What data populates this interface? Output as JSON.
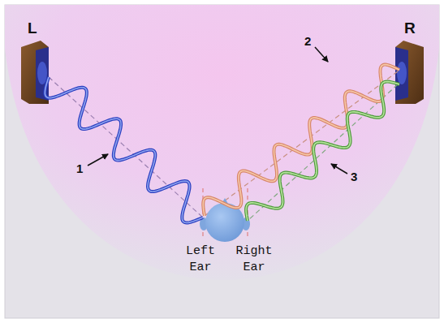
{
  "diagram": {
    "labels": [
      "L",
      "R",
      "1",
      "2",
      "3",
      "Left Ear",
      "Right Ear"
    ]
  }
}
